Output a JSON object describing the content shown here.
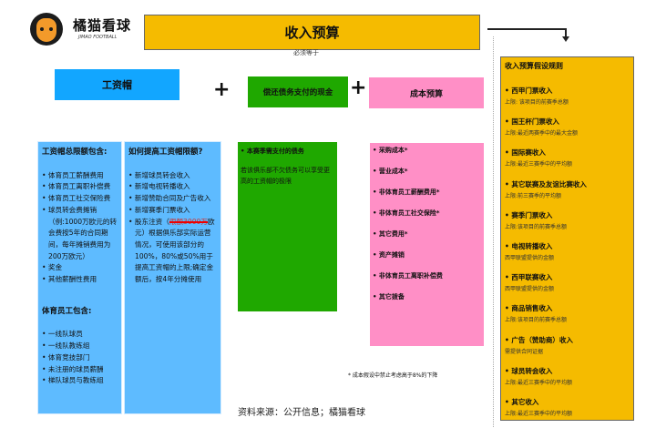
{
  "brand": {
    "name": "橘猫看球",
    "sub": "JIMAO FOOTBALL"
  },
  "title": "收入预算",
  "must_equal": "必须等于",
  "boxes": {
    "salary_cap": "工资帽",
    "debt": "偿还债务支付的现金",
    "cost": "成本预算",
    "plus": "+"
  },
  "cap_panel": {
    "title": "工资帽总限额包含:",
    "items": [
      "体育员工薪酬费用",
      "体育员工离职补偿费",
      "体育员工社交保险费",
      "球员转会费摊销（例:1000万欧元的转会费按5年的合同期间，每年摊销费用为200万欧元）",
      "奖金",
      "其他薪酬性费用"
    ],
    "staff_title": "体育员工包含:",
    "staff_items": [
      "一线队球员",
      "一线队教练组",
      "体育竞技部门",
      "未注册的球员薪酬",
      "梯队球员与教练组"
    ]
  },
  "raise_panel": {
    "title": "如何提高工资帽限额?",
    "items": [
      "新增球员转会收入",
      "新增电视转播收入",
      "新增赞助合同及广告收入",
      "新增赛季门票收入"
    ],
    "last_prefix": "股东注资（",
    "last_strike": "限额3000万",
    "last_suffix": "欧元）根据俱乐部实际运营情况，可使用该部分的100%，80%或50%用于提高工资帽的上限;确定金额后，按4年分摊使用"
  },
  "debt_panel": {
    "item": "本赛季需支付的债务",
    "note": "若该俱乐部不欠债务可以享受更高的工资帽的极限"
  },
  "cost_panel": {
    "items": [
      "采购成本*",
      "营业成本*",
      "非体育员工薪酬费用*",
      "非体育员工社交保险*",
      "其它费用*",
      "资产摊销",
      "非体育员工离职补偿费",
      "其它拨备"
    ]
  },
  "footnote": "* 成本假设中禁止考虑高于8%的下降",
  "source": "资料来源：公开信息；橘猫看球",
  "rules": {
    "title": "收入预算假设规则",
    "items": [
      {
        "name": "西甲门票收入",
        "desc": "上限: 该项目的前赛季总额"
      },
      {
        "name": "国王杯门票收入",
        "desc": "上限:最近两赛季中的最大金额"
      },
      {
        "name": "国际赛收入",
        "desc": "上限:最近三赛季中的平均额"
      },
      {
        "name": "其它联赛及友谊比赛收入",
        "desc": "上限:前三赛季的平均额"
      },
      {
        "name": "赛季门票收入",
        "desc": "上限:该项目的前赛季总额"
      },
      {
        "name": "电视转播收入",
        "desc": "西甲联盟提供的金额"
      },
      {
        "name": "西甲联赛收入",
        "desc": "西甲联盟提供的金额"
      },
      {
        "name": "商品销售收入",
        "desc": "上限:该项目的前赛季总额"
      },
      {
        "name": "广告（赞助商）收入",
        "desc": "需提供合同证据"
      },
      {
        "name": "球员转会收入",
        "desc": "上限:最近三赛季中的平均额"
      },
      {
        "name": "其它收入",
        "desc": "上限:最近三赛季中的平均额"
      }
    ]
  }
}
